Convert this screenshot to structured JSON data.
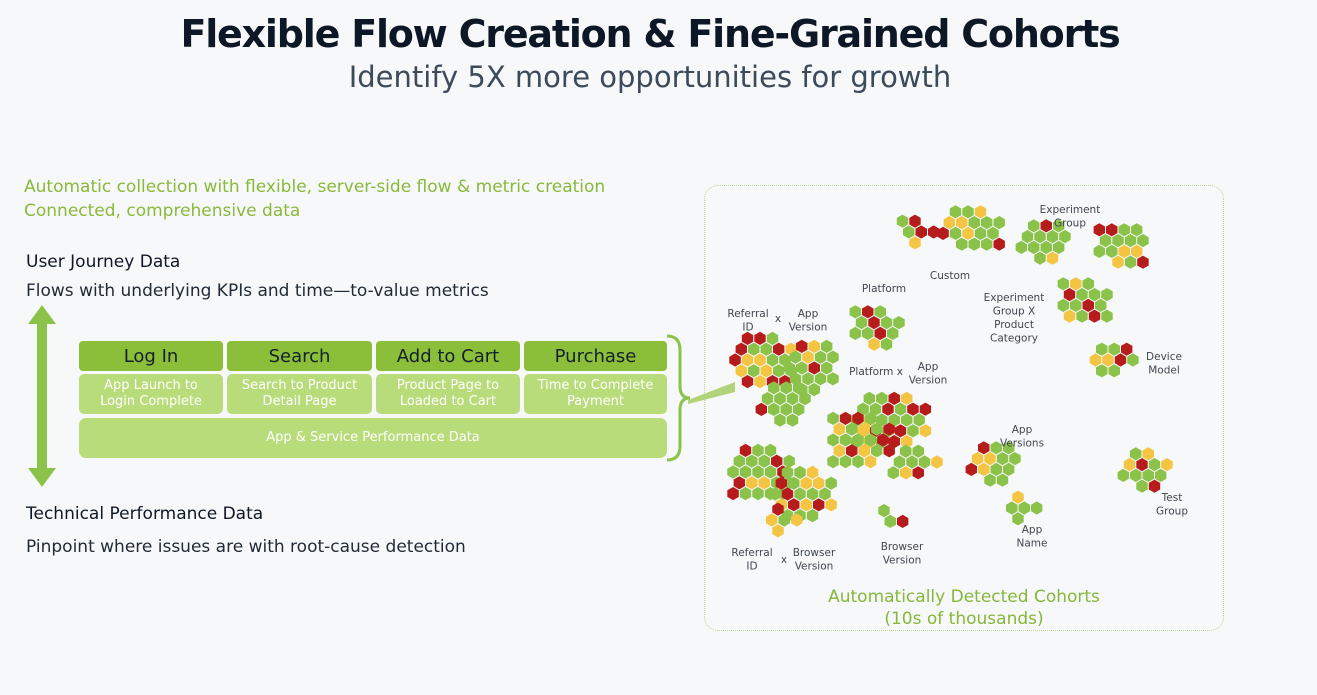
{
  "header": {
    "title": "Flexible Flow Creation & Fine-Grained Cohorts",
    "subtitle": "Identify 5X more opportunities for growth"
  },
  "intro": {
    "line1": "Automatic collection with flexible, server-side flow & metric creation",
    "line2": "Connected, comprehensive data"
  },
  "user_journey": {
    "heading": "User Journey Data",
    "description": "Flows with underlying KPIs and time—to-value metrics"
  },
  "flow_steps": [
    {
      "label": "Log In",
      "sub_line1": "App Launch to",
      "sub_line2": "Login Complete"
    },
    {
      "label": "Search",
      "sub_line1": "Search to Product",
      "sub_line2": "Detail Page"
    },
    {
      "label": "Add to Cart",
      "sub_line1": "Product Page to",
      "sub_line2": "Loaded to Cart"
    },
    {
      "label": "Purchase",
      "sub_line1": "Time to Complete",
      "sub_line2": "Payment"
    }
  ],
  "performance_bar": "App & Service Performance Data",
  "technical": {
    "heading": "Technical Performance Data",
    "description": "Pinpoint where issues are with root-cause detection"
  },
  "cohorts": {
    "caption_line1": "Automatically Detected Cohorts",
    "caption_line2": "(10s of thousands)",
    "colors": {
      "good": "#8bc34a",
      "warn": "#f4c542",
      "bad": "#b71c1c"
    },
    "labels": {
      "custom": [
        "Custom"
      ],
      "experiment_group": [
        "Experiment",
        "Group"
      ],
      "experiment_x_product": [
        "Experiment",
        "Group X",
        "Product",
        "Category"
      ],
      "platform": [
        "Platform"
      ],
      "referral_id": [
        "Referral",
        "ID"
      ],
      "x1": [
        "x"
      ],
      "app_version_1": [
        "App",
        "Version"
      ],
      "platform_x": [
        "Platform x"
      ],
      "app_version_2": [
        "App",
        "Version"
      ],
      "device_model": [
        "Device",
        "Model"
      ],
      "app_versions": [
        "App",
        "Versions"
      ],
      "test_group": [
        "Test",
        "Group"
      ],
      "app_name": [
        "App",
        "Name"
      ],
      "browser_version": [
        "Browser",
        "Version"
      ],
      "referral_id_2": [
        "Referral",
        "ID"
      ],
      "x2": [
        "x"
      ],
      "browser_version_2": [
        "Browser",
        "Version"
      ]
    }
  }
}
